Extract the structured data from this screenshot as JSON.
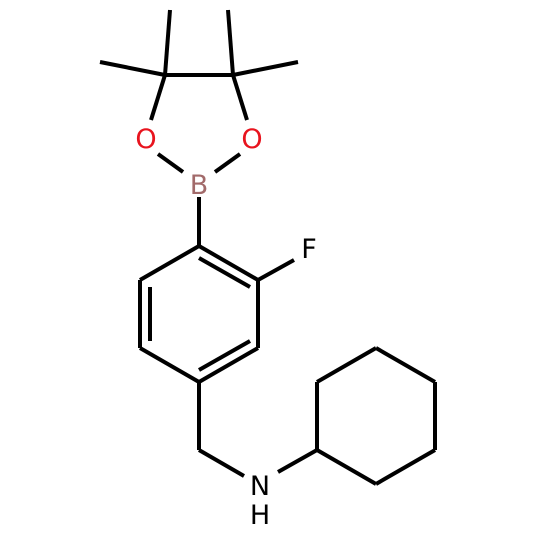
{
  "colors": {
    "background": "#ffffff",
    "bond": "#000000",
    "carbon_hydrogen_nitrogen": "#000000",
    "oxygen": "#e8141e",
    "boron": "#a26a6a",
    "fluorine": "#000000"
  },
  "atoms": {
    "boron": "B",
    "oxygen_left": "O",
    "oxygen_right": "O",
    "fluorine": "F",
    "nitrogen": "N",
    "amine_hydrogen": "H"
  }
}
